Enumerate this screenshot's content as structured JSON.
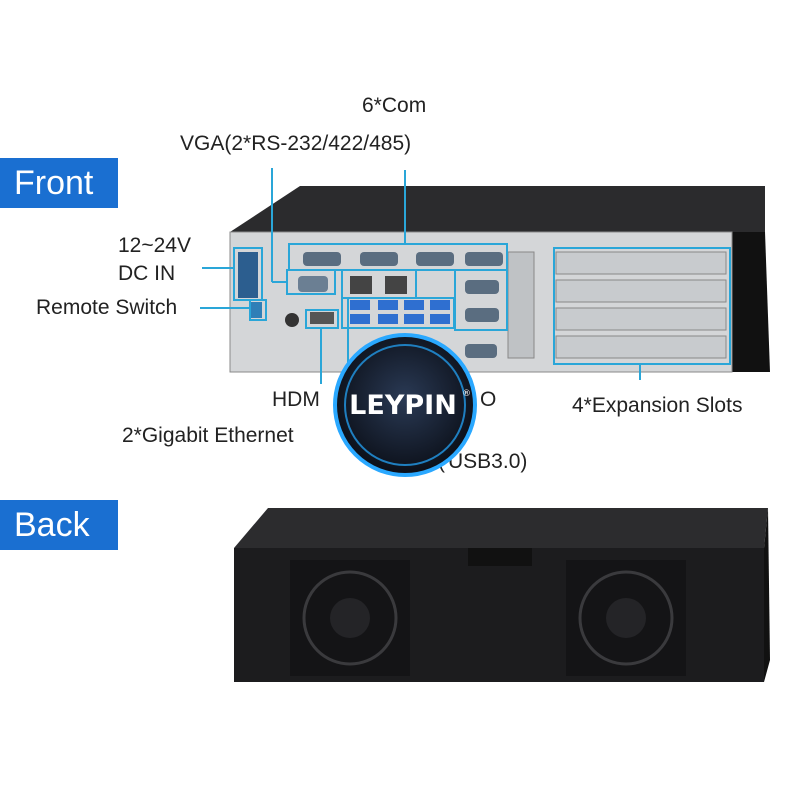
{
  "section_tags": {
    "front": "Front",
    "back": "Back"
  },
  "callouts": {
    "com": "6*Com",
    "vga": "VGA(2*RS-232/422/485)",
    "dc_voltage": "12~24V",
    "dc_in": "DC IN",
    "remote_switch": "Remote Switch",
    "hdmi": "HDM",
    "audio": "O",
    "usb": "USB3.0)",
    "usb_prefix": "(",
    "ethernet": "2*Gigabit Ethernet",
    "expansion": "4*Expansion Slots"
  },
  "watermark": {
    "brand": "LEYPIN",
    "mark": "®"
  },
  "colors": {
    "tag_bg": "#1a6fd1",
    "callout_line": "#2aa6d8",
    "chassis": "#1c1c1e",
    "panel": "#d4d6d8",
    "logo_glow": "#2aa8ff"
  }
}
